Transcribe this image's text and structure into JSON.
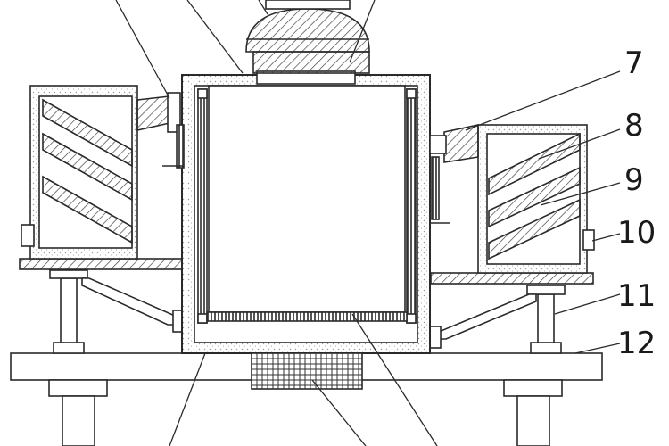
{
  "labels": {
    "l7": "7",
    "l8": "8",
    "l9": "9",
    "l10": "10",
    "l11": "11",
    "l12": "12"
  },
  "colors": {
    "stroke": "#2a2a2a",
    "background": "#ffffff",
    "hatch": "#444444",
    "speckle": "#bdbdbd"
  }
}
